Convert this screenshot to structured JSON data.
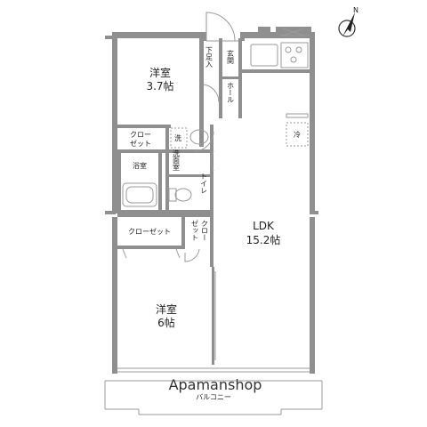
{
  "rooms": {
    "western_room_1": {
      "name": "洋室",
      "size": "3.7帖"
    },
    "western_room_2": {
      "name": "洋室",
      "size": "6帖"
    },
    "ldk": {
      "name": "LDK",
      "size": "15.2帖"
    },
    "closet_1": "クロー",
    "closet_1b": "ゼット",
    "closet_2": "クローゼット",
    "closet_3a": "クロー",
    "closet_3b": "ゼット",
    "shoe_box": "下足入",
    "entrance": "玄関",
    "hall": "ホール",
    "wash_mark": "洗",
    "washroom": "洗面室",
    "bathroom": "浴室",
    "toilet": "トイレ",
    "fridge": "冷",
    "balcony": "バルコニー"
  },
  "watermark": "Apamanshop",
  "compass": {
    "label": "N"
  }
}
